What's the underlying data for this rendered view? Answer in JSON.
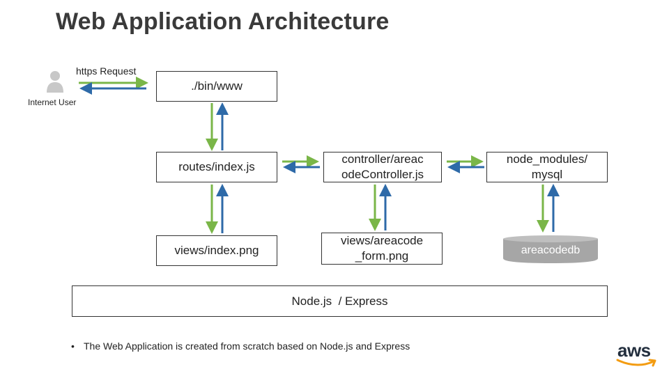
{
  "title": "Web Application Architecture",
  "user": {
    "request_label": "https Request",
    "caption": "Internet User",
    "icon": "user-icon"
  },
  "boxes": {
    "bin_www": "./bin/www",
    "routes_index": "routes/index.js",
    "controller_line1": "controller/areac",
    "controller_line2": "odeController.js",
    "node_modules_line1": "node_modules/",
    "node_modules_line2": "mysql",
    "views_index": "views/index.png",
    "views_form_line1": "views/areacode",
    "views_form_line2": "_form.png",
    "node_express": "Node.js  / Express"
  },
  "database": {
    "label": "areacodedb",
    "color": "#a6a6a6"
  },
  "note": "The Web Application is created from scratch based on Node.js and Express",
  "logo": {
    "text": "aws"
  },
  "colors": {
    "request_arrow": "#7ab648",
    "response_arrow": "#2e6aa8"
  }
}
